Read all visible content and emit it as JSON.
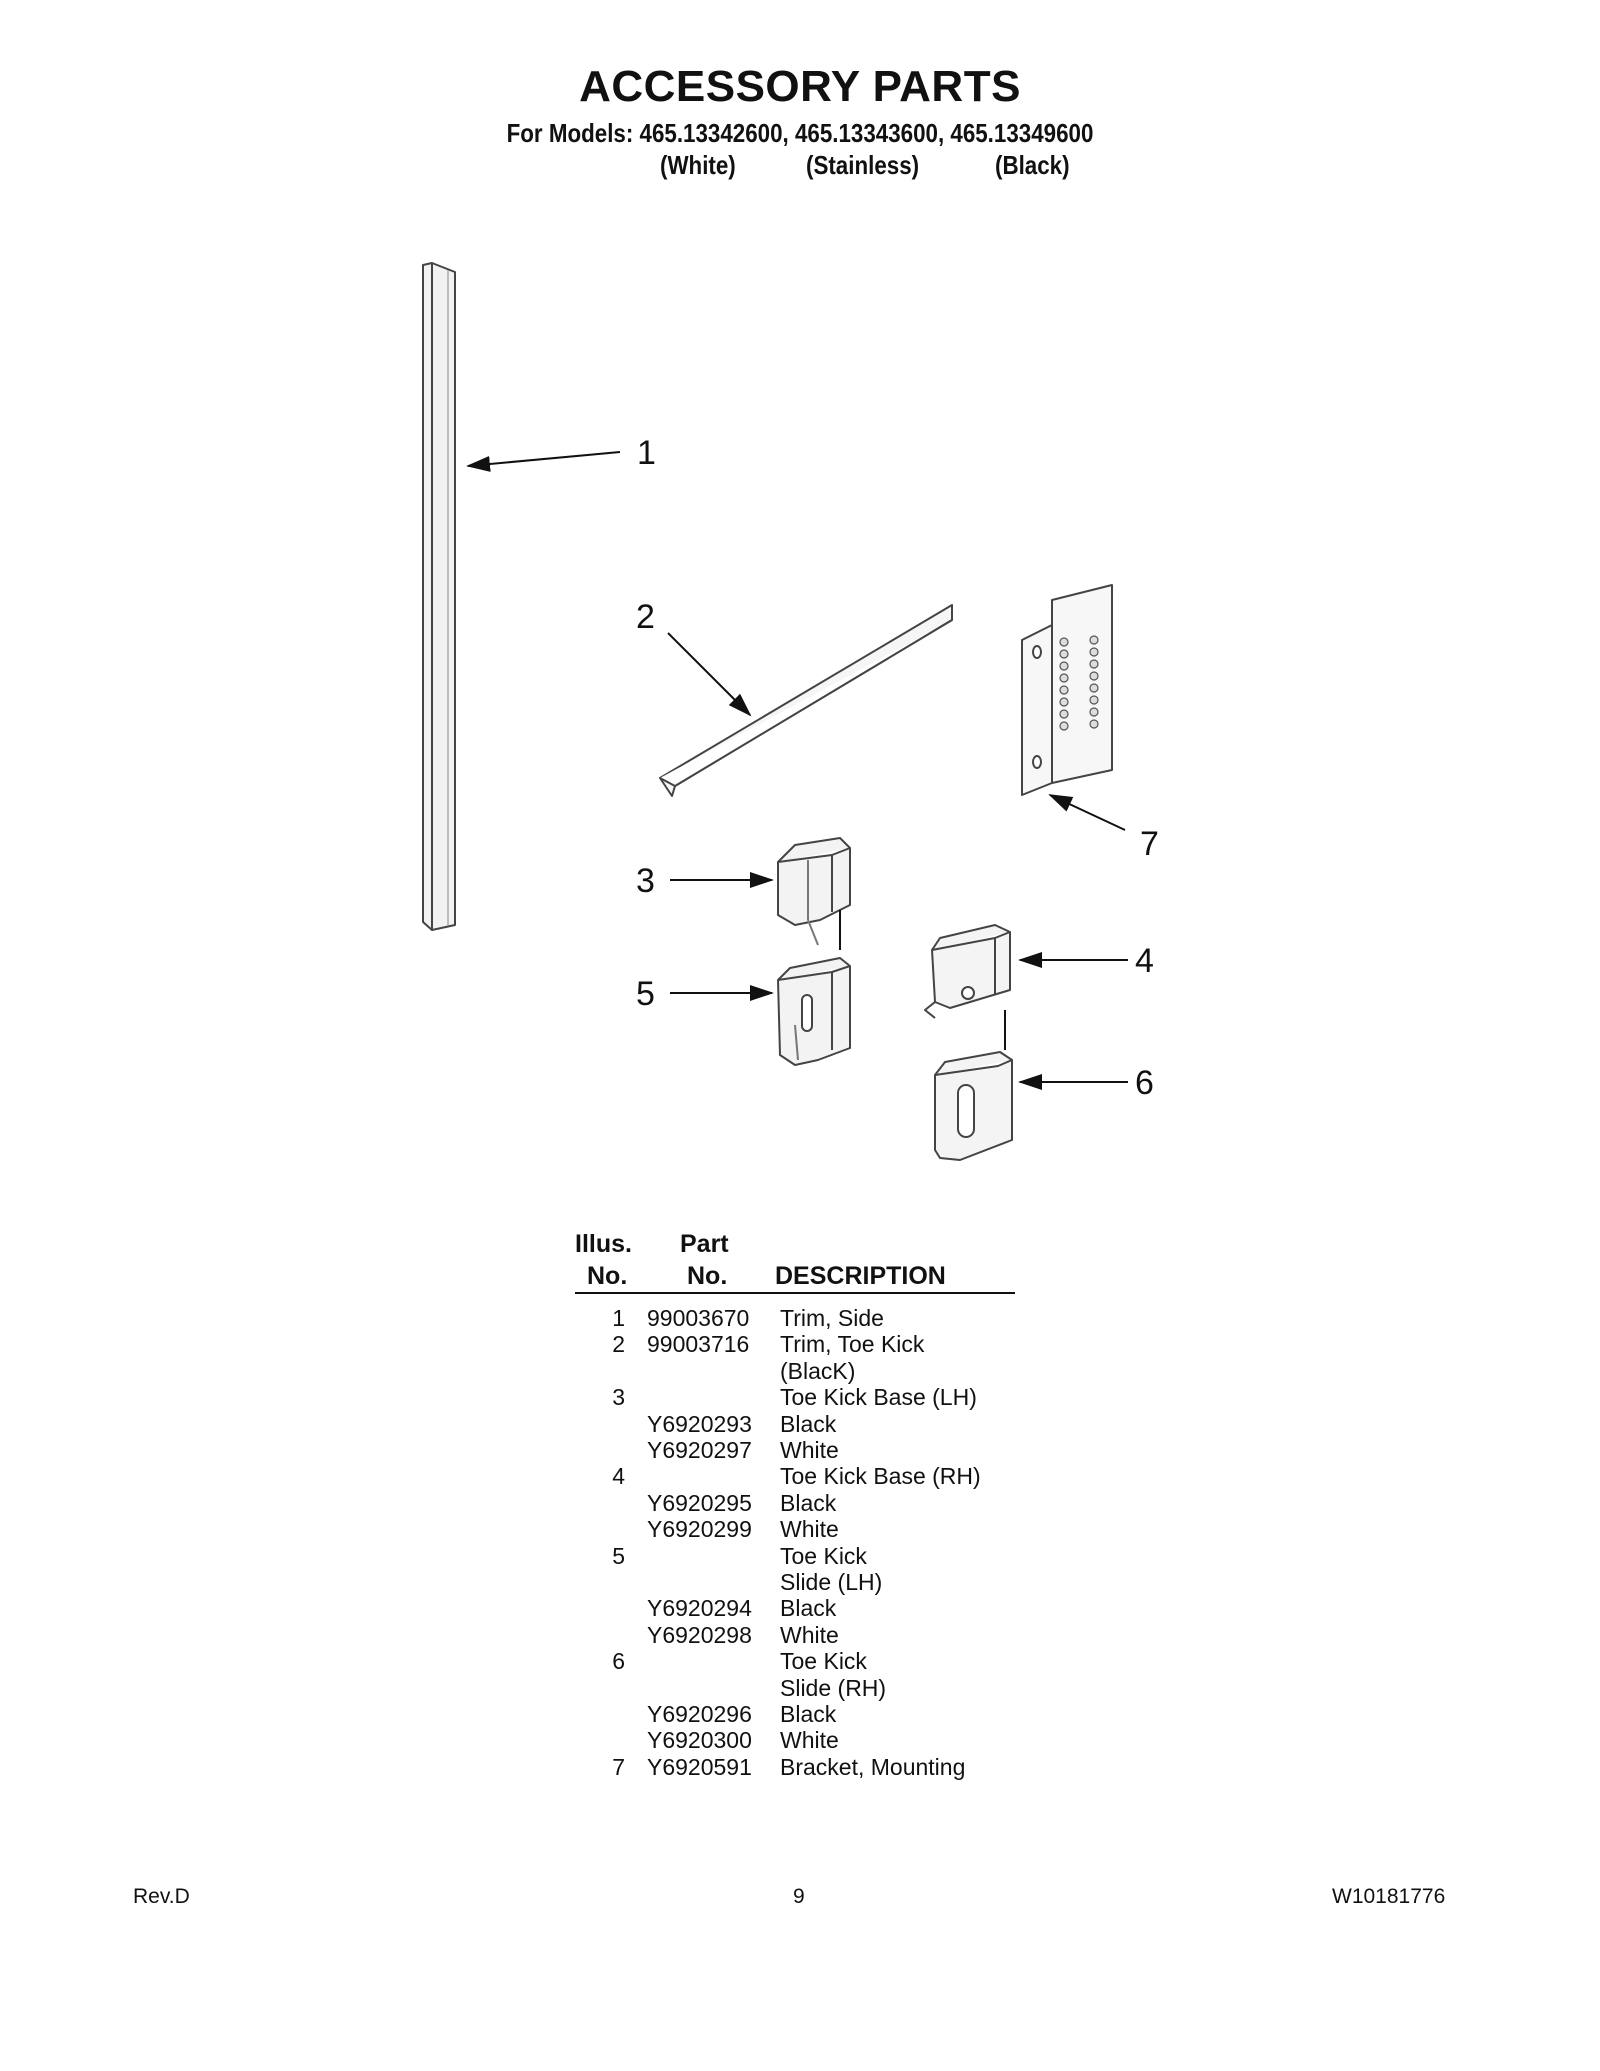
{
  "header": {
    "title": "ACCESSORY PARTS",
    "models": "For Models: 465.13342600, 465.13343600, 465.13349600",
    "variants": [
      "(White)",
      "(Stainless)",
      "(Black)"
    ]
  },
  "diagram": {
    "callouts": [
      "1",
      "2",
      "3",
      "4",
      "5",
      "6",
      "7"
    ]
  },
  "table": {
    "headers": {
      "illus_top": "Illus.",
      "illus_bottom": "No.",
      "part_top": "Part",
      "part_bottom": "No.",
      "description": "DESCRIPTION"
    },
    "rows": [
      {
        "illus": "1",
        "part": "99003670",
        "desc": "Trim, Side"
      },
      {
        "illus": "2",
        "part": "99003716",
        "desc": "Trim, Toe Kick"
      },
      {
        "illus": "",
        "part": "",
        "desc": "(BlacK)"
      },
      {
        "illus": "3",
        "part": "",
        "desc": "Toe Kick Base (LH)"
      },
      {
        "illus": "",
        "part": "Y6920293",
        "desc": "Black"
      },
      {
        "illus": "",
        "part": "Y6920297",
        "desc": "White"
      },
      {
        "illus": "4",
        "part": "",
        "desc": "Toe Kick Base (RH)"
      },
      {
        "illus": "",
        "part": "Y6920295",
        "desc": "Black"
      },
      {
        "illus": "",
        "part": "Y6920299",
        "desc": "White"
      },
      {
        "illus": "5",
        "part": "",
        "desc": "Toe Kick"
      },
      {
        "illus": "",
        "part": "",
        "desc": "Slide (LH)"
      },
      {
        "illus": "",
        "part": "Y6920294",
        "desc": "Black"
      },
      {
        "illus": "",
        "part": "Y6920298",
        "desc": "White"
      },
      {
        "illus": "6",
        "part": "",
        "desc": "Toe Kick"
      },
      {
        "illus": "",
        "part": "",
        "desc": "Slide (RH)"
      },
      {
        "illus": "",
        "part": "Y6920296",
        "desc": "Black"
      },
      {
        "illus": "",
        "part": "Y6920300",
        "desc": "White"
      },
      {
        "illus": "7",
        "part": "Y6920591",
        "desc": "Bracket, Mounting"
      }
    ]
  },
  "footer": {
    "revision": "Rev.D",
    "page_number": "9",
    "document_number": "W10181776"
  }
}
